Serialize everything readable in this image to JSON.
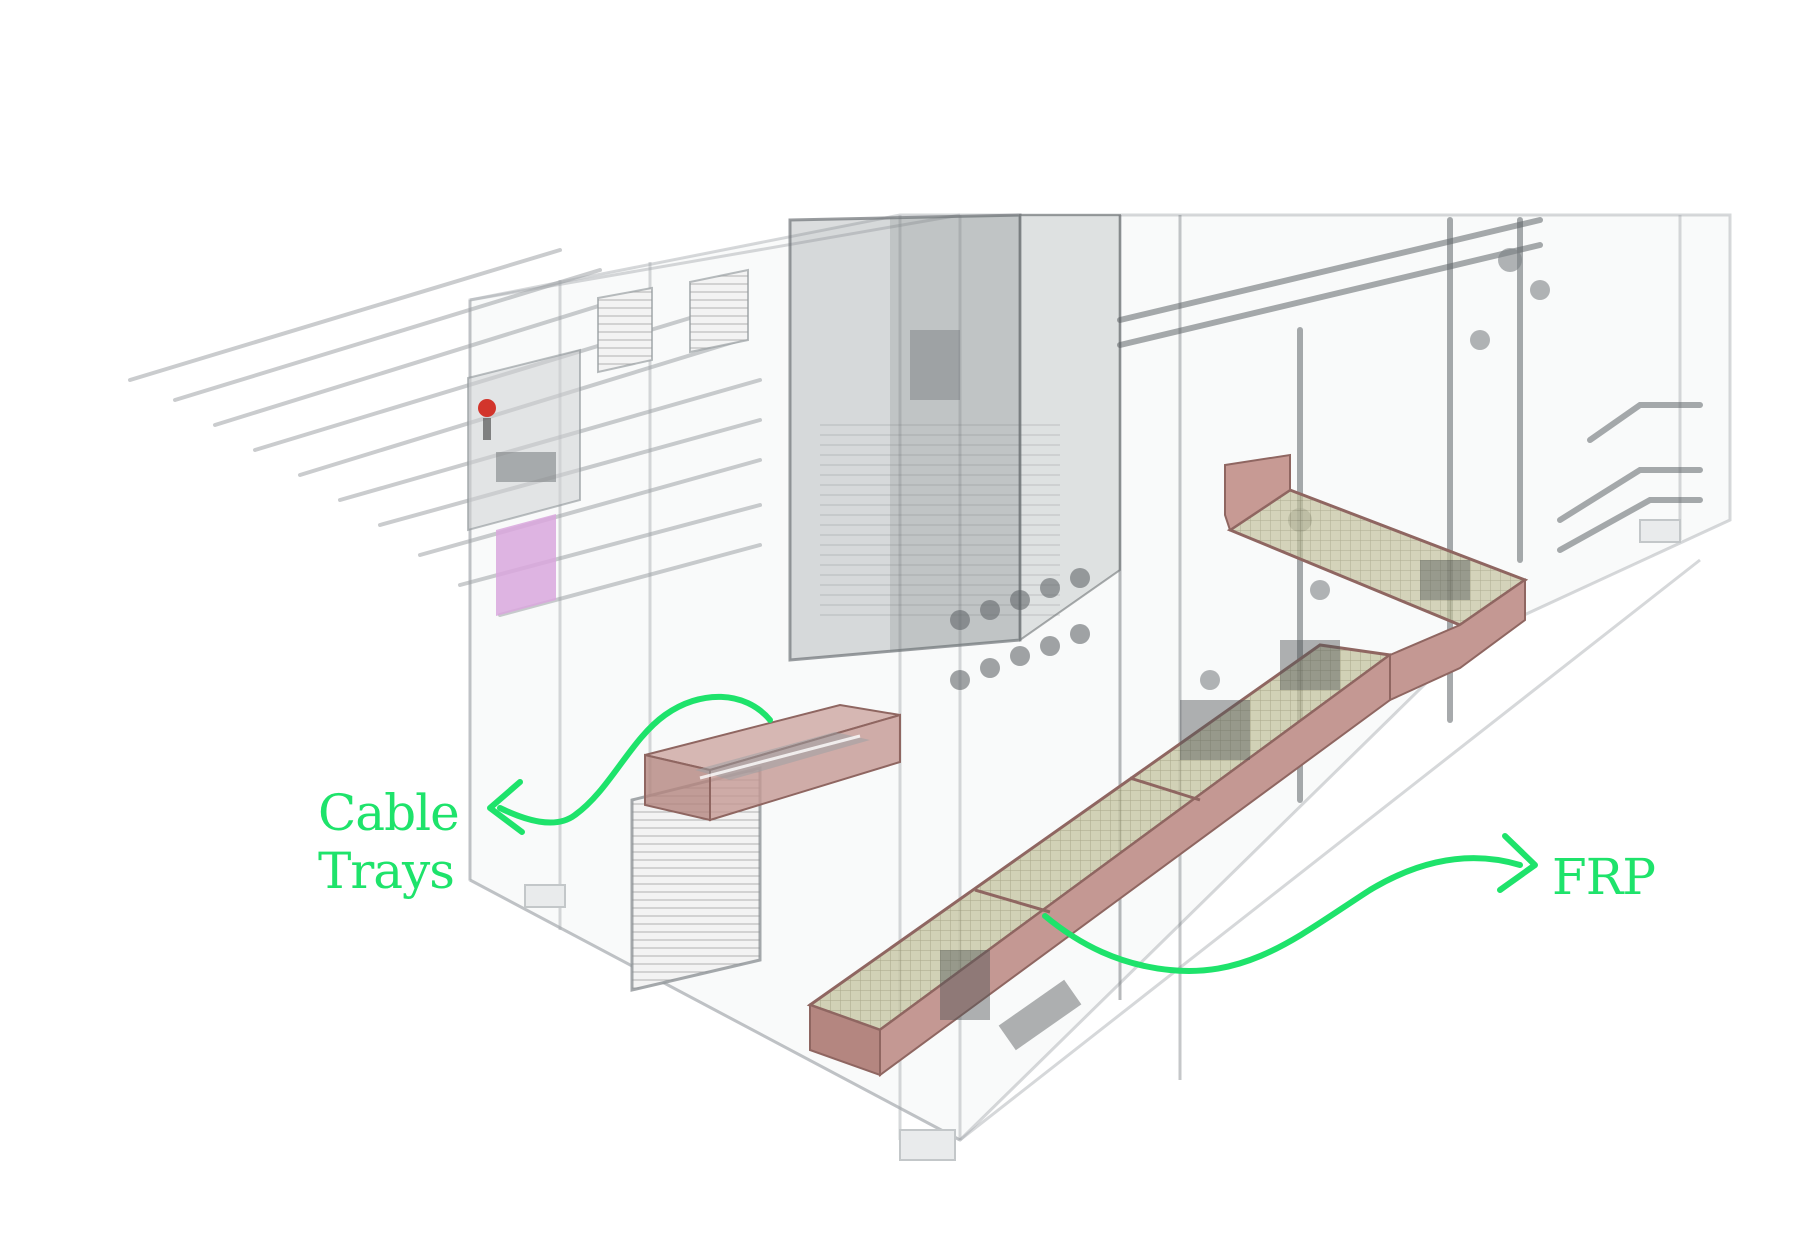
{
  "annotations": {
    "cable_trays": {
      "line1": "Cable",
      "line2": "Trays"
    },
    "frp": {
      "label": "FRP"
    }
  },
  "colors": {
    "annotation": "#1ee36b",
    "frame_line": "#9aa0a3",
    "cabinet": "#8a8e91",
    "tray_frame": "#c79a94",
    "grating": "#b7b690",
    "panel_magenta": "#d9a7dd",
    "estop_red": "#d2352c",
    "background": "#ffffff"
  }
}
